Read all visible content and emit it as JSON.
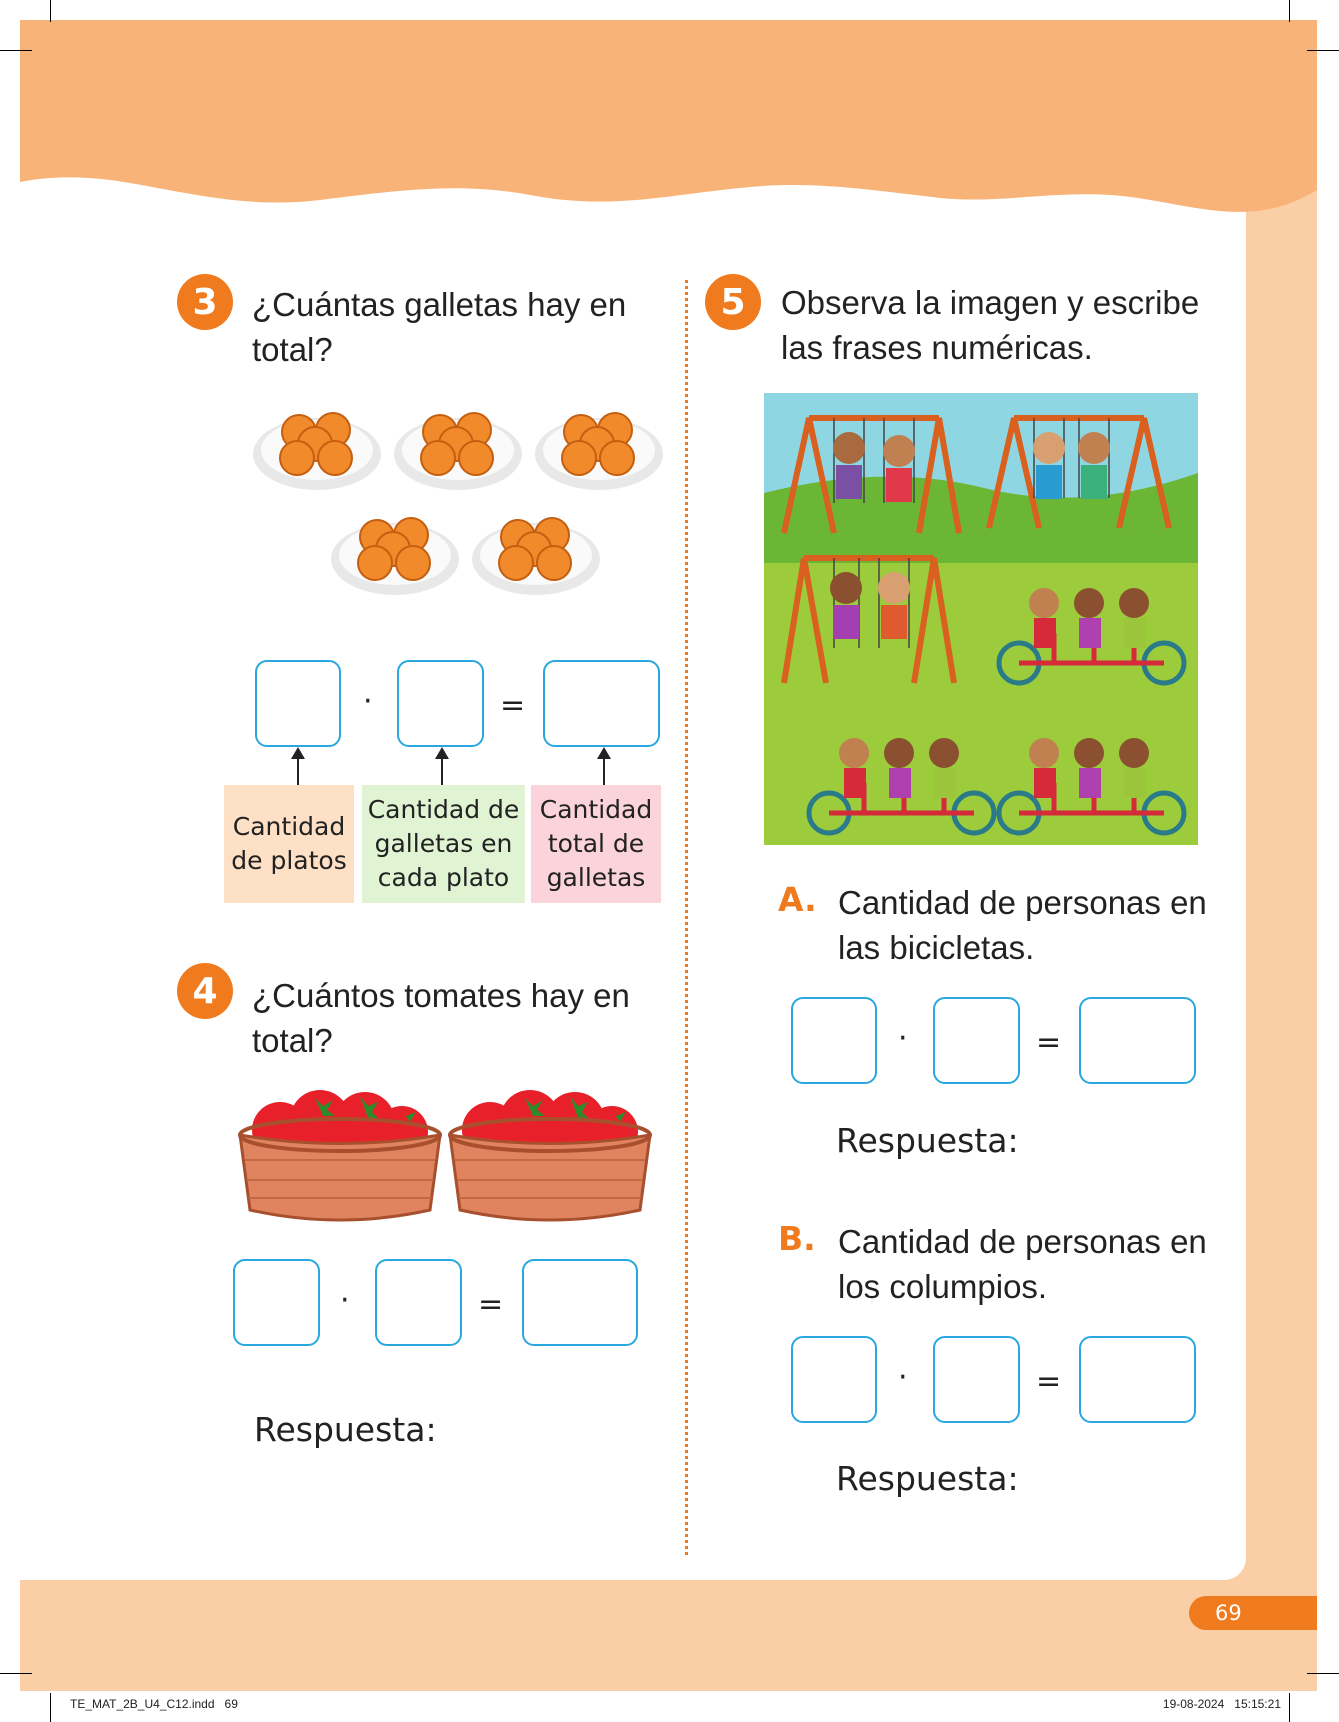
{
  "q3": {
    "number": "3",
    "question": "¿Cuántas galletas hay en total?",
    "operator": "·",
    "equals": "=",
    "labels": [
      "Cantidad de platos",
      "Cantidad de galletas en cada plato",
      "Cantidad total de galletas"
    ]
  },
  "q4": {
    "number": "4",
    "question": "¿Cuántos tomates hay en total?",
    "operator": "·",
    "equals": "=",
    "answer_label": "Respuesta:"
  },
  "q5": {
    "number": "5",
    "question": "Observa la imagen y escribe las frases numéricas.",
    "A": {
      "letter": "A.",
      "text": "Cantidad de personas en las bicicletas.",
      "operator": "·",
      "equals": "=",
      "answer_label": "Respuesta:"
    },
    "B": {
      "letter": "B.",
      "text": "Cantidad de personas en los columpios.",
      "operator": "·",
      "equals": "=",
      "answer_label": "Respuesta:"
    }
  },
  "page_number": "69",
  "footer": {
    "file": "TE_MAT_2B_U4_C12.indd   69",
    "timestamp": "19-08-2024   15:15:21"
  },
  "colors": {
    "accent": "#f07a1e",
    "box_border": "#29a7df",
    "label_peach": "#fde0c5",
    "label_green": "#e0f3d2",
    "label_pink": "#fbd3da"
  }
}
